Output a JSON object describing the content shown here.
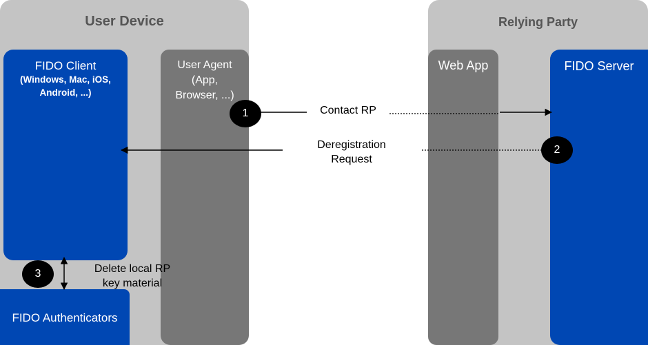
{
  "user_device": {
    "title": "User Device"
  },
  "relying_party": {
    "title": "Relying Party"
  },
  "fido_client": {
    "title": "FIDO Client",
    "subtitle_lines": [
      "(Windows, Mac, iOS,",
      "Android, ...)"
    ]
  },
  "user_agent": {
    "title": "User Agent",
    "subtitle_lines": [
      "(App,",
      "Browser, ...)"
    ]
  },
  "web_app": {
    "title": "Web App"
  },
  "fido_server": {
    "title": "FIDO Server"
  },
  "fido_authenticators": {
    "title": "FIDO Authenticators"
  },
  "steps": [
    {
      "number": "1",
      "label_lines": [
        "Contact RP"
      ]
    },
    {
      "number": "2",
      "label_lines": [
        "Deregistration",
        "Request"
      ]
    },
    {
      "number": "3",
      "label_lines": [
        "Delete local RP",
        "key material"
      ]
    }
  ],
  "colors": {
    "group_bg": "#c4c4c4",
    "blue": "#0047b3",
    "gray": "#777777",
    "badge": "#000000"
  }
}
